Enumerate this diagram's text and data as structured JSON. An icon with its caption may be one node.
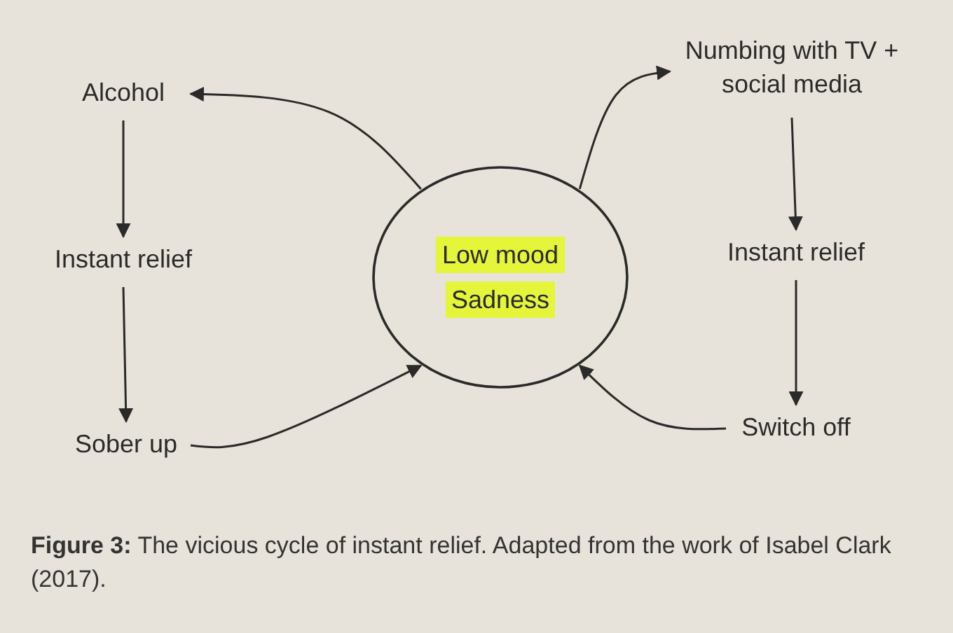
{
  "diagram": {
    "caption": "**Figure 3:** The vicious cycle of instant relief. Adapted from the work of Isabel Clark (2017).",
    "nodes": [
      {
        "text": [
          "Low mood",
          "Sadness"
        ]
      },
      {
        "text": [
          "Alcohol"
        ]
      },
      {
        "text": [
          "Instant relief"
        ]
      },
      {
        "text": [
          "Sober up"
        ]
      },
      {
        "text": [
          "Numbing with TV + social media"
        ]
      },
      {
        "text": [
          "Instant relief"
        ]
      },
      {
        "text": [
          "Switch off"
        ]
      }
    ],
    "edges": [
      {
        "from": 0,
        "to": 1,
        "arrow": "to"
      },
      {
        "from": 1,
        "to": 2,
        "arrow": "to"
      },
      {
        "from": 2,
        "to": 3,
        "arrow": "to"
      },
      {
        "from": 3,
        "to": 0,
        "arrow": "to"
      },
      {
        "from": 0,
        "to": 4,
        "arrow": "to"
      },
      {
        "from": 4,
        "to": 5,
        "arrow": "to"
      },
      {
        "from": 5,
        "to": 6,
        "arrow": "to"
      },
      {
        "from": 6,
        "to": 0,
        "arrow": "to"
      }
    ]
  }
}
